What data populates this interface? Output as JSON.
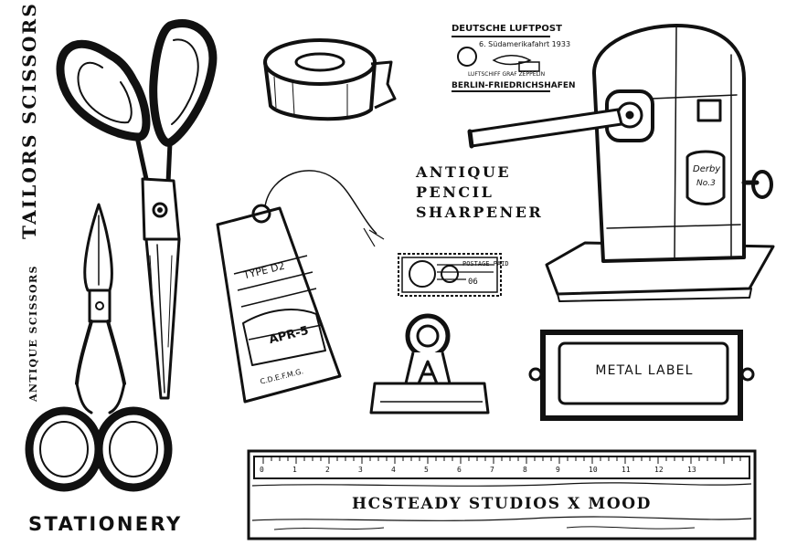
{
  "labels": {
    "tailors_scissors": "TAILORS SCISSORS",
    "antique_scissors": "ANTIQUE SCISSORS",
    "stationery": "STATIONERY",
    "sharpener_line1": "ANTIQUE",
    "sharpener_line2": "PENCIL",
    "sharpener_line3": "SHARPENER",
    "metal_label": "METAL LABEL",
    "ruler_text": "HCSTEADY STUDIOS X MOOD"
  },
  "postmark": {
    "line1": "DEUTSCHE LUFTPOST",
    "line2": "6. Südamerikafahrt 1933",
    "line3": "LUFTSCHIFF GRAF ZEPPELIN",
    "line4": "BERLIN-FRIEDRICHSHAFEN"
  },
  "stamp": {
    "postage": "POSTAGE PAID",
    "value": "06"
  },
  "tag": {
    "type_text": "TYPE D2",
    "date_text": "APR-5",
    "footer_text": "C.D.E.F.M.G."
  },
  "sharpener_badge": {
    "line1": "Derby",
    "line2": "No.3"
  },
  "ruler": {
    "numbers": [
      "0",
      "1",
      "2",
      "3",
      "4",
      "5",
      "6",
      "7",
      "8",
      "9",
      "10",
      "11",
      "12",
      "13"
    ]
  },
  "colors": {
    "ink": "#111111",
    "paper": "#ffffff"
  }
}
